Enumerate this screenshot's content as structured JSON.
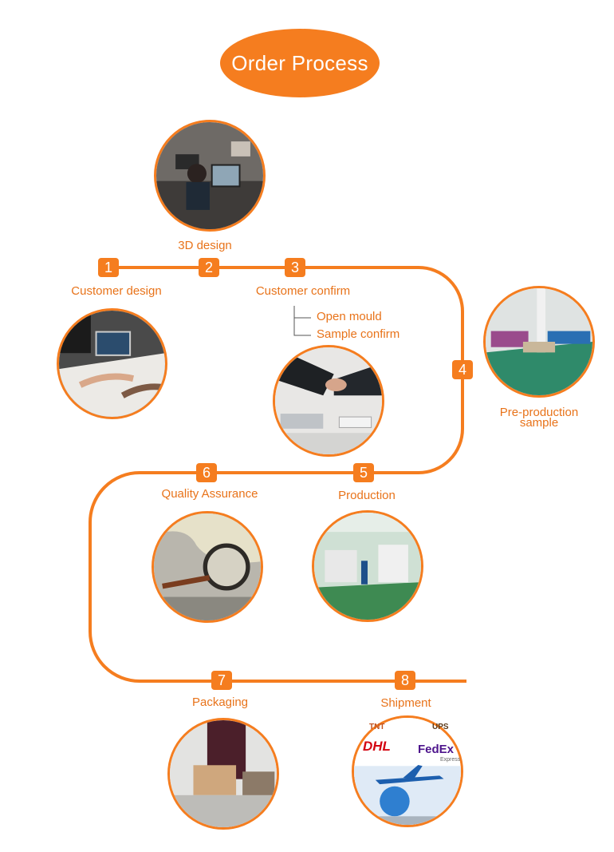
{
  "title": "Order Process",
  "steps": [
    {
      "number": "1",
      "label": "Customer design"
    },
    {
      "number": "2",
      "label": "3D design"
    },
    {
      "number": "3",
      "label": "Customer confirm",
      "sub_items": [
        "Open mould",
        "Sample confirm"
      ]
    },
    {
      "number": "4",
      "label": "Pre-production sample"
    },
    {
      "number": "5",
      "label": "Production"
    },
    {
      "number": "6",
      "label": "Quality Assurance"
    },
    {
      "number": "7",
      "label": "Packaging"
    },
    {
      "number": "8",
      "label": "Shipment"
    }
  ],
  "shipment_logos": [
    "TNT",
    "DHL",
    "UPS",
    "FedEx",
    "Express"
  ],
  "colors": {
    "accent": "#f57d1f",
    "label_text": "#e8731a"
  }
}
